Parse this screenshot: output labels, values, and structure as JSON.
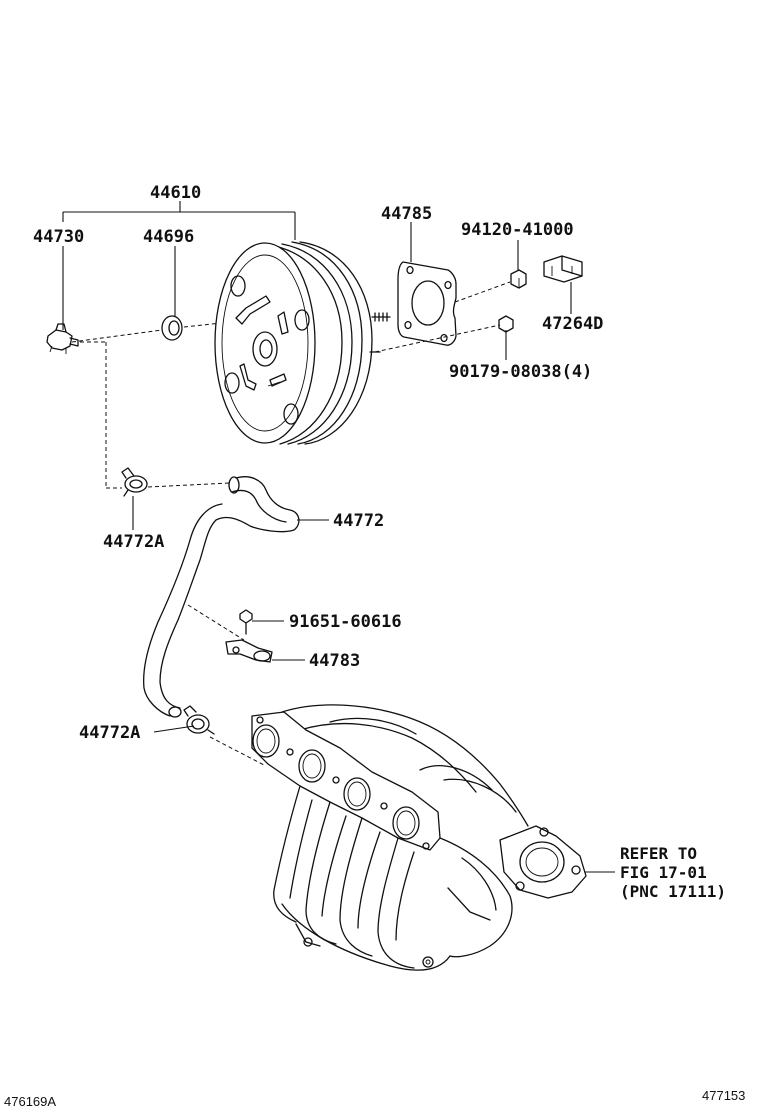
{
  "diagram": {
    "part_labels": {
      "assembly": "44610",
      "check_valve": "44730",
      "grommet": "44696",
      "gasket": "44785",
      "nut_a": "94120-41000",
      "bracket_clip": "47264D",
      "nut_b": "90179-08038(4)",
      "hose": "44772",
      "clip_upper": "44772A",
      "bolt": "91651-60616",
      "hose_bracket": "44783",
      "clip_lower": "44772A"
    },
    "refer_note": {
      "line1": "REFER TO",
      "line2": "FIG 17-01",
      "line3": "(PNC 17111)"
    },
    "illustration_id": "476169A",
    "page_id": "477153"
  }
}
